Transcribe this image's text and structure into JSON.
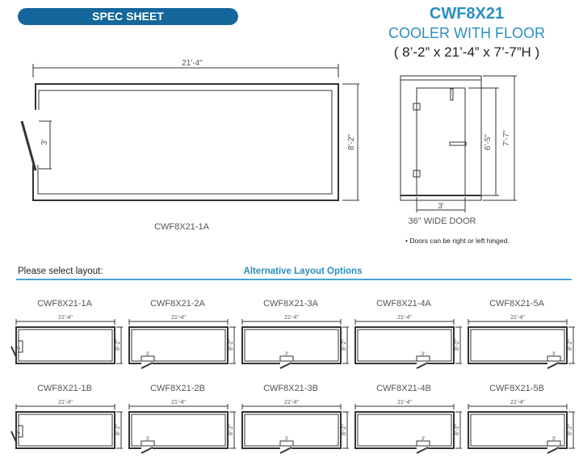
{
  "header": {
    "banner": "SPEC SHEET",
    "model": "CWF8X21",
    "product": "COOLER WITH FLOOR",
    "dimensions": "( 8’-2” x 21’-4” x 7’-7”H )"
  },
  "plan": {
    "length": "21'-4\"",
    "width": "8'-2\"",
    "door": "3'",
    "caption": "CWF8X21-1A"
  },
  "elevation": {
    "height": "7'-7\"",
    "door_height": "6'-5\"",
    "door_width": "3'",
    "door_caption": "36\" WIDE DOOR",
    "note": "Doors can be right or left hinged."
  },
  "layouts": {
    "prompt": "Please select layout:",
    "title": "Alternative Layout Options",
    "options": [
      {
        "label": "CWF8X21-1A",
        "door": "left"
      },
      {
        "label": "CWF8X21-2A",
        "door": "bottom-left"
      },
      {
        "label": "CWF8X21-3A",
        "door": "bottom-center"
      },
      {
        "label": "CWF8X21-4A",
        "door": "bottom-right-center"
      },
      {
        "label": "CWF8X21-5A",
        "door": "bottom-right"
      },
      {
        "label": "CWF8X21-1B",
        "door": "left"
      },
      {
        "label": "CWF8X21-2B",
        "door": "bottom-left"
      },
      {
        "label": "CWF8X21-3B",
        "door": "bottom-center"
      },
      {
        "label": "CWF8X21-4B",
        "door": "bottom-right-center"
      },
      {
        "label": "CWF8X21-5B",
        "door": "bottom-right"
      }
    ],
    "length": "21'-4\"",
    "width": "8'-2\"",
    "door": "3'"
  },
  "colors": {
    "banner": "#14679a",
    "accent": "#2a8fc0"
  }
}
